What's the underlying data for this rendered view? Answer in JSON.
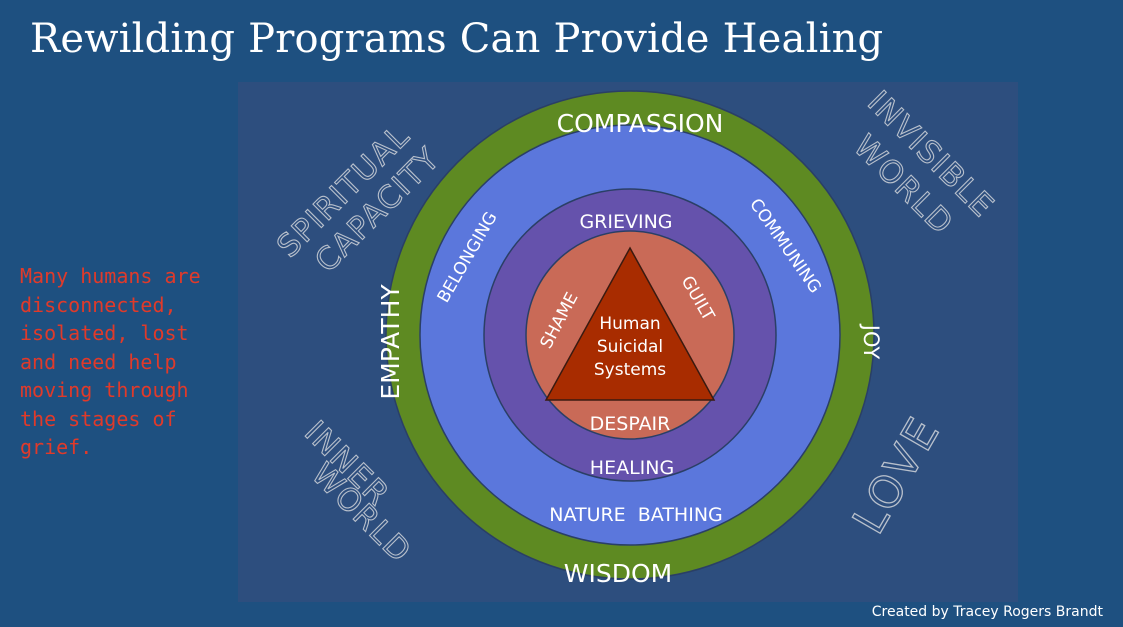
{
  "title": "Rewilding Programs Can Provide Healing",
  "side_text": "Many humans are disconnected, isolated, lost and need help moving through the stages of grief.",
  "credit": "Created by Tracey Rogers Brandt",
  "corners": {
    "top_left_line1": "SPIRITUAL",
    "top_left_line2": "CAPACITY",
    "top_right_line1": "INVISIBLE",
    "top_right_line2": "WORLD",
    "bottom_left_line1": "INNER",
    "bottom_left_line2": "WORLD",
    "bottom_right": "LOVE"
  },
  "outer_ring": {
    "top": "COMPASSION",
    "left": "EMPATHY",
    "right": "JOY",
    "bottom": "WISDOM"
  },
  "blue_ring": {
    "upper_left": "BELONGING",
    "upper_right": "COMMUNING",
    "bottom": "NATURE  BATHING"
  },
  "purple_ring": {
    "top": "GRIEVING",
    "bottom": "HEALING"
  },
  "core": {
    "left": "SHAME",
    "right": "GUILT",
    "bottom": "DESPAIR",
    "triangle_line1": "Human",
    "triangle_line2": "Suicidal",
    "triangle_line3": "Systems"
  },
  "colors": {
    "background": "#1e5080",
    "panel": "#2d4e7e",
    "outer_ring": "#5e8a22",
    "blue_ring": "#5b77dc",
    "purple_ring": "#6552ac",
    "core_circle": "#c96a57",
    "triangle": "#a82c00",
    "side_text": "#e03a2a"
  }
}
